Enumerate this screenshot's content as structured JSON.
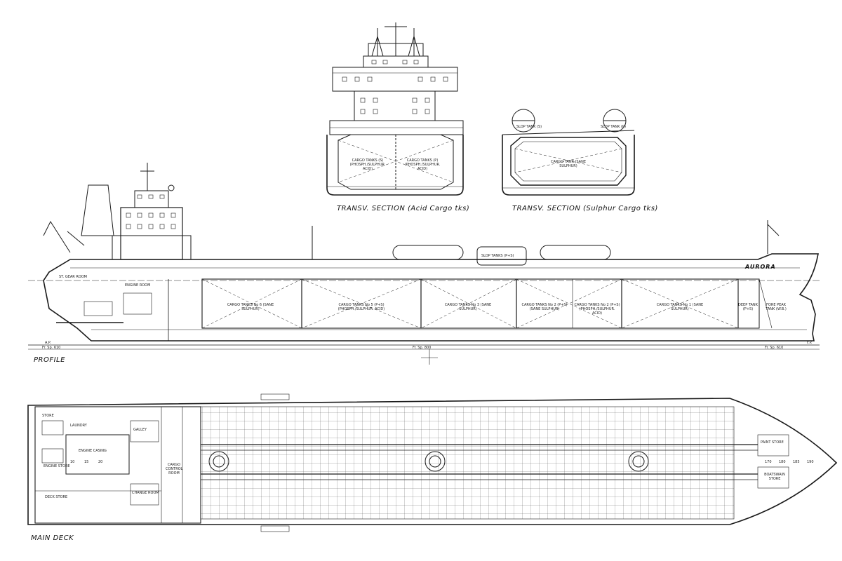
{
  "views": {
    "section_acid_title": "TRANSV. SECTION (Acid Cargo tks)",
    "section_sulphur_title": "TRANSV. SECTION (Sulphur Cargo tks)",
    "profile_title": "PROFILE",
    "main_deck_title": "MAIN DECK"
  },
  "ship": {
    "name": "AURORA"
  },
  "sections": {
    "acid_left_tank": "CARGO TANKS (S) (PHOSPH./SULPHUR. ACID)",
    "acid_right_tank": "CARGO TANKS (P) (PHOSPH./SULPHUR. ACID)",
    "sulphur_tank": "CARGO TANK (SANE SULPHUR)",
    "slop_tank_s": "SLOP TANK (S)",
    "slop_tank_p": "SLOP TANK (P)"
  },
  "profile_labels": {
    "steering_gear_room": "ST. GEAR ROOM",
    "engine_room": "ENGINE ROOM",
    "cargo_tanks_6": "CARGO TANKS No 6 (SANE SULPHUR)",
    "cargo_tanks_5_4": "CARGO TANKS No 5 (P+S) (PHOSPH./SULPHUR. ACID)",
    "cargo_tanks_3": "CARGO TANKS No 3 (SANE SULPHUR)",
    "cargo_tanks_2": "CARGO TANKS No 2 (P+S) (SANE SULPHUR)",
    "cargo_tanks_2b": "CARGO TANKS No 2 (P+S) (PHOSPH./SULPHUR. ACID)",
    "cargo_tanks_1": "CARGO TANKS No 1 (SANE SULPHUR)",
    "deep_tank": "DEEP TANK (P+S)",
    "fore_peak": "FORE PEAK TANK (W.B.)",
    "slop_tanks": "SLOP TANKS (P+S)",
    "frame_spacing_aft": "Fr. Sp. 610",
    "frame_spacing_mid": "Fr. Sp. 800",
    "frame_spacing_fwd": "Fr. Sp. 610",
    "ap": "A.P.",
    "fp": "F.P."
  },
  "deck_labels": {
    "store": "STORE",
    "laundry": "LAUNDRY",
    "engine_casing": "ENGINE CASING",
    "engine_store": "ENGINE STORE",
    "deck_store": "DECK STORE",
    "paint_store": "PAINT STORE",
    "bosun_store": "BOATSWAIN STORE",
    "ccr": "CARGO CONTROL ROOM",
    "galley": "GALLEY",
    "change_room": "CHANGE ROOM",
    "frame_numbers": [
      "10",
      "15",
      "20",
      "170",
      "180",
      "185",
      "190"
    ]
  },
  "colors": {
    "line": "#1a1a1a",
    "hatch": "#555555",
    "background": "#ffffff"
  }
}
